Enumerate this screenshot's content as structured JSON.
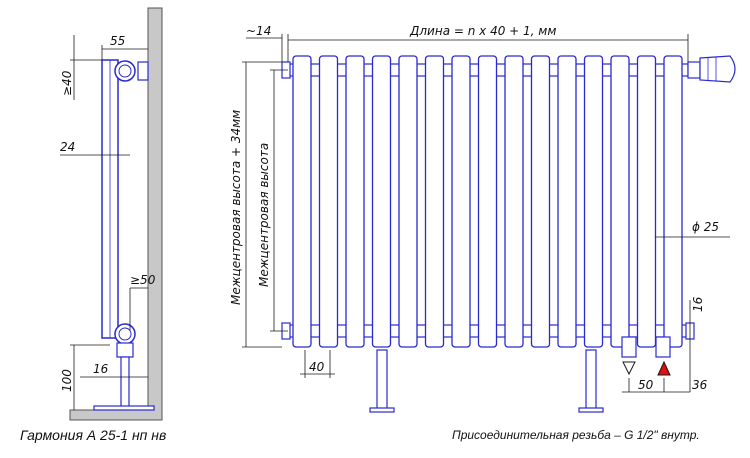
{
  "labels": {
    "side_width": "55",
    "side_top_clear": "≥40",
    "side_depth": "24",
    "side_bottom_clear": "≥50",
    "side_pipe": "16",
    "side_floor": "100",
    "front_offset": "~14",
    "front_length": "Длина = n х 40 + 1, мм",
    "front_height_total": "Межцентровая высота + 34мм",
    "front_height_center": "Межцентровая высота",
    "front_tube": "ϕ 25",
    "front_bottom_gap": "16",
    "front_section": "40",
    "front_conn": "50",
    "front_edge": "36"
  },
  "caption_left": "Гармония  А 25-1 нп нв",
  "caption_right": "Присоединительная резьба – G 1/2\" внутр.",
  "colors": {
    "outline": "#2a2ad0",
    "dimension": "#1a1a1a",
    "wall": "#c8c8c8",
    "arrow_red": "#e01010"
  }
}
